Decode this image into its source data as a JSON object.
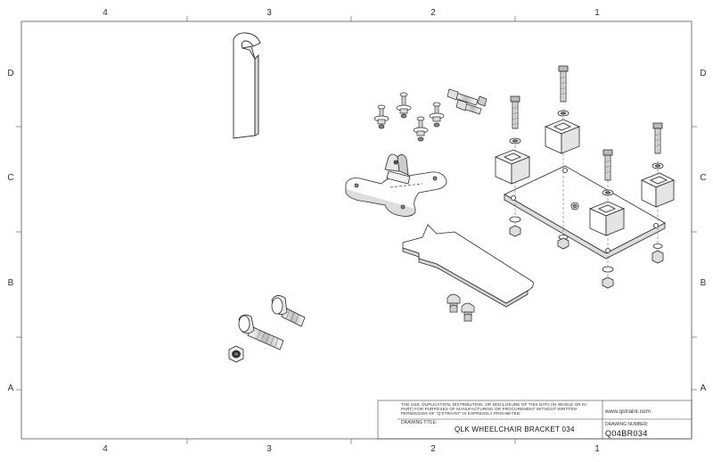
{
  "zones": {
    "columns": [
      "4",
      "3",
      "2",
      "1"
    ],
    "rows": [
      "D",
      "C",
      "B",
      "A"
    ]
  },
  "title_block": {
    "notice": "THE USE, DUPLICATION, DISTRIBUTION, OR DISCLOSURE OF THIS DATA (IN WHOLE OR IN PART) FOR PURPOSES OF MANUFACTURING OR PROCUREMENT WITHOUT WRITTEN PERMISSION OF \"Q'STRAINT\" IS EXPRESSLY PROHIBITED.",
    "drawing_title_label": "DRAWING TITLE:",
    "drawing_title": "QLK WHEELCHAIR BRACKET 034",
    "website": "www.qstraint.com",
    "drawing_number_label": "DRAWING NUMBER:",
    "drawing_number": "Q04BR034"
  },
  "colors": {
    "line": "#2a2a2a",
    "fill": "#ffffff",
    "shade": "#d9d9d9",
    "dark": "#555555"
  }
}
